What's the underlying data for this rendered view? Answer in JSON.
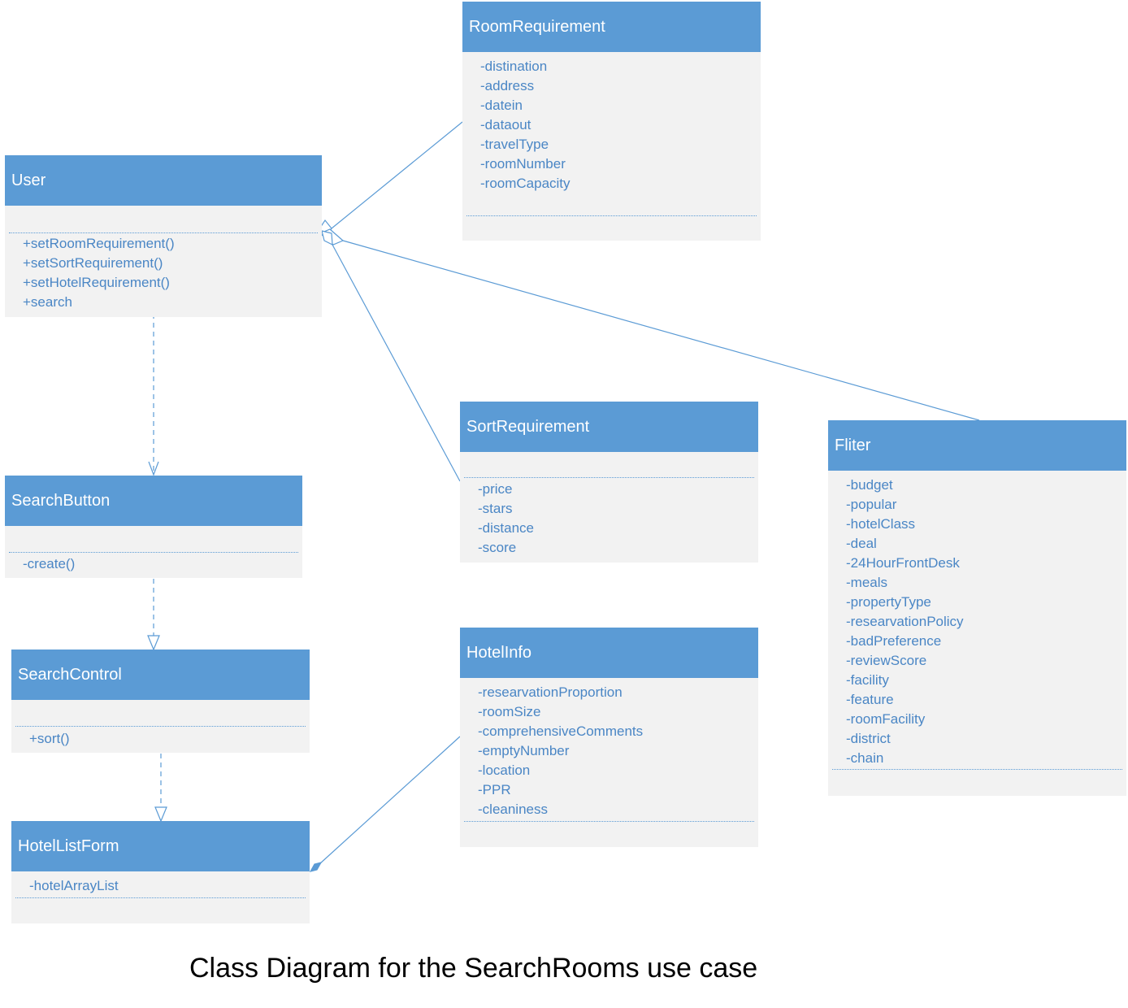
{
  "caption": "Class Diagram for the SearchRooms use case",
  "colors": {
    "header": "#5b9bd5",
    "body": "#f2f2f2",
    "text": "#4a86c5",
    "caption": "#000000"
  },
  "classes": {
    "room_requirement": {
      "name": "RoomRequirement",
      "attributes": [
        "-distination",
        "-address",
        "-datein",
        "-dataout",
        "-travelType",
        "-roomNumber",
        "-roomCapacity"
      ],
      "operations": []
    },
    "user": {
      "name": "User",
      "attributes": [],
      "operations": [
        "+setRoomRequirement()",
        "+setSortRequirement()",
        "+setHotelRequirement()",
        "+search"
      ]
    },
    "sort_requirement": {
      "name": "SortRequirement",
      "attributes": [],
      "operations": [
        "-price",
        "-stars",
        "-distance",
        "-score"
      ]
    },
    "fliter": {
      "name": "Fliter",
      "attributes": [
        "-budget",
        "-popular",
        "-hotelClass",
        "-deal",
        "-24HourFrontDesk",
        "-meals",
        "-propertyType",
        "-researvationPolicy",
        "-badPreference",
        "-reviewScore",
        "-facility",
        "-feature",
        "-roomFacility",
        "-district",
        "-chain"
      ],
      "operations": []
    },
    "search_button": {
      "name": "SearchButton",
      "attributes": [],
      "operations": [
        "-create()"
      ]
    },
    "search_control": {
      "name": "SearchControl",
      "attributes": [],
      "operations": [
        "+sort()"
      ]
    },
    "hotel_info": {
      "name": "HotelInfo",
      "attributes": [
        "-researvationProportion",
        "-roomSize",
        "-comprehensiveComments",
        "-emptyNumber",
        "-location",
        "-PPR",
        "-cleaniness"
      ],
      "operations": []
    },
    "hotel_list_form": {
      "name": "HotelListForm",
      "attributes": [
        "-hotelArrayList"
      ],
      "operations": []
    }
  },
  "relationships": [
    {
      "from": "room_requirement",
      "to": "user",
      "type": "aggregation"
    },
    {
      "from": "sort_requirement",
      "to": "user",
      "type": "aggregation"
    },
    {
      "from": "fliter",
      "to": "user",
      "type": "aggregation"
    },
    {
      "from": "user",
      "to": "search_button",
      "type": "dependency"
    },
    {
      "from": "search_button",
      "to": "search_control",
      "type": "dependency"
    },
    {
      "from": "search_control",
      "to": "hotel_list_form",
      "type": "dependency"
    },
    {
      "from": "hotel_info",
      "to": "hotel_list_form",
      "type": "composition"
    }
  ]
}
